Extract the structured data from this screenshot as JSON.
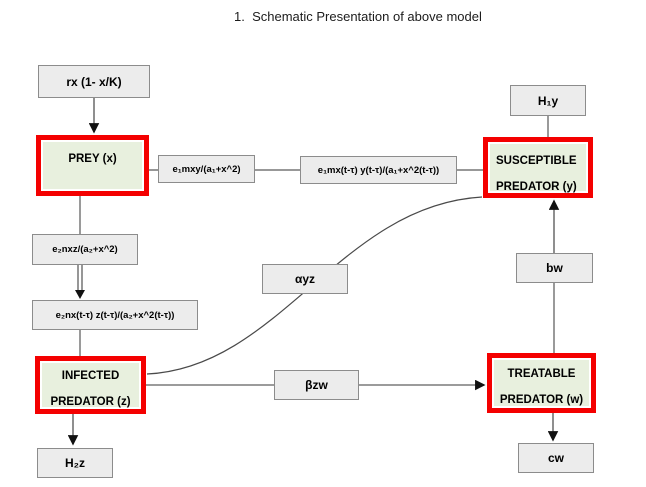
{
  "title": "1.  Schematic Presentation of above model",
  "colors": {
    "node_border": "#f40000",
    "node_fill": "#e8f0de",
    "label_fill": "#ececec",
    "label_border": "#8c8c8c",
    "line": "#6e6e6e",
    "arrow": "#111111"
  },
  "nodes": {
    "growth": "rx (1- x/K)",
    "prey": "PREY (x)",
    "e1_term": "e₁mxy/(a₁+x^2)",
    "e1_delay_term": "e₁mx(t-τ) y(t-τ)/(a₁+x^2(t-τ))",
    "h1y": "H₁y",
    "susceptible_line1": "SUSCEPTIBLE",
    "susceptible_line2": "PREDATOR (y)",
    "e2_term": "e₂nxz/(a₂+x^2)",
    "e2_delay_term": "e₂nx(t-τ) z(t-τ)/(a₂+x^2(t-τ))",
    "ayz": "αyz",
    "bw": "bw",
    "infected_line1": "INFECTED",
    "infected_line2": "PREDATOR (z)",
    "bzw": "βzw",
    "treatable_line1": "TREATABLE",
    "treatable_line2": "PREDATOR (w)",
    "h2z": "H₂z",
    "cw": "cw"
  },
  "edges": [
    {
      "from": "growth",
      "to": "prey",
      "arrow": true
    },
    {
      "from": "prey",
      "to": "susceptible-predator",
      "via": [
        "e1-term",
        "e1-delay-term"
      ],
      "arrow": false
    },
    {
      "from": "h1y",
      "to": "susceptible-predator",
      "arrow": false
    },
    {
      "from": "prey",
      "to": "e2-term",
      "arrow": false
    },
    {
      "from": "e2-term",
      "to": "e2-delay-term",
      "arrow": true,
      "style": "double-line"
    },
    {
      "from": "e2-delay-term",
      "to": "infected-predator",
      "arrow": false
    },
    {
      "from": "infected-predator",
      "to": "h2z",
      "arrow": true
    },
    {
      "from": "infected-predator",
      "to": "treatable-predator",
      "via": [
        "bzw"
      ],
      "arrow": true
    },
    {
      "from": "treatable-predator",
      "to": "bw",
      "arrow": false
    },
    {
      "from": "bw",
      "to": "susceptible-predator",
      "arrow": true
    },
    {
      "from": "treatable-predator",
      "to": "cw",
      "arrow": true
    },
    {
      "from": "infected-predator",
      "to": "susceptible-predator",
      "via": [
        "ayz"
      ],
      "arrow": false,
      "style": "curve"
    }
  ]
}
